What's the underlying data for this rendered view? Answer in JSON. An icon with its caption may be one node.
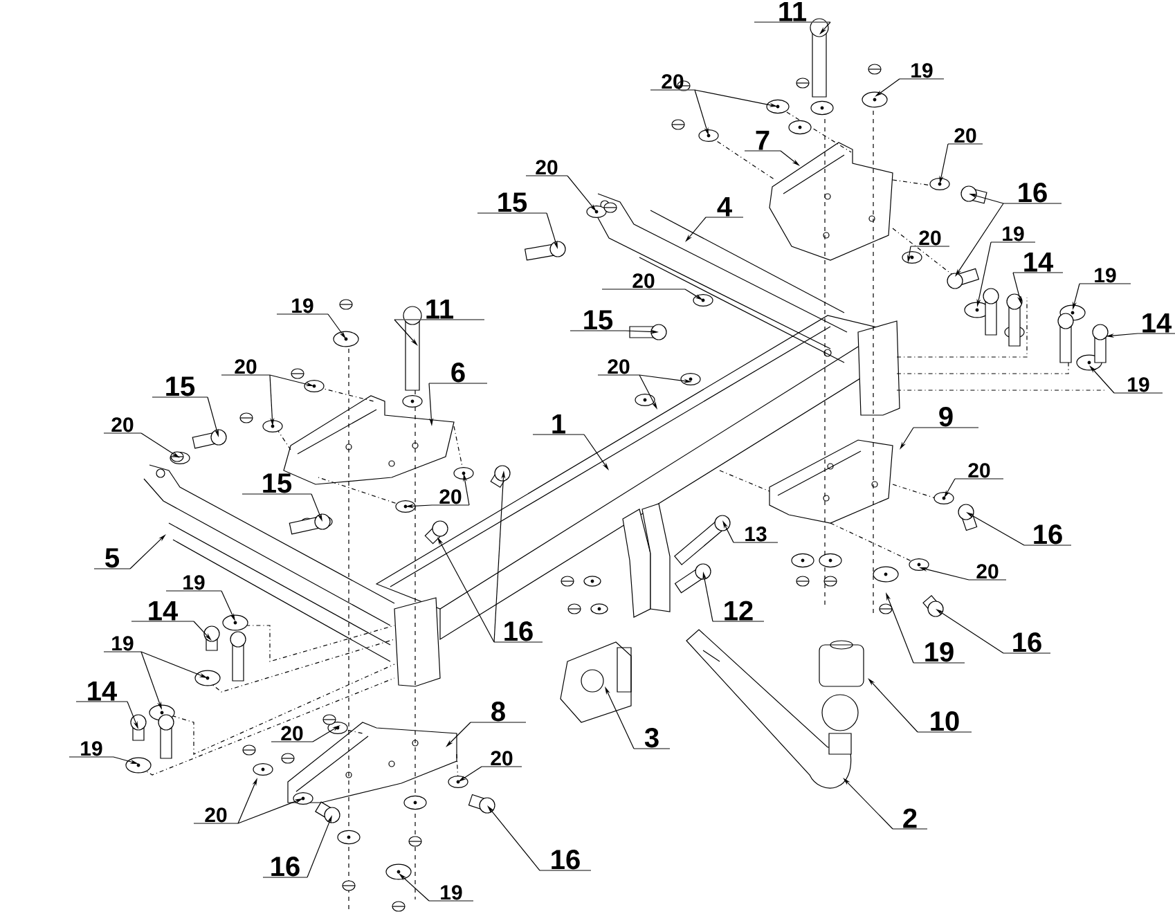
{
  "diagram": {
    "nodes": [
      {
        "text": [
          "11"
        ]
      },
      {
        "text": [
          "19"
        ]
      },
      {
        "text": [
          "20"
        ]
      },
      {
        "text": [
          "20"
        ]
      },
      {
        "text": [
          "7"
        ]
      },
      {
        "text": [
          "20"
        ]
      },
      {
        "text": [
          "16"
        ]
      },
      {
        "text": [
          "15"
        ]
      },
      {
        "text": [
          "4"
        ]
      },
      {
        "text": [
          "19"
        ]
      },
      {
        "text": [
          "20"
        ]
      },
      {
        "text": [
          "14"
        ]
      },
      {
        "text": [
          "19"
        ]
      },
      {
        "text": [
          "20"
        ]
      },
      {
        "text": [
          "19"
        ]
      },
      {
        "text": [
          "11"
        ]
      },
      {
        "text": [
          "15"
        ]
      },
      {
        "text": [
          "14"
        ]
      },
      {
        "text": [
          "20"
        ]
      },
      {
        "text": [
          "20"
        ]
      },
      {
        "text": [
          "6"
        ]
      },
      {
        "text": [
          "19"
        ]
      },
      {
        "text": [
          "15"
        ]
      },
      {
        "text": [
          "9"
        ]
      },
      {
        "text": [
          "20"
        ]
      },
      {
        "text": [
          "1"
        ]
      },
      {
        "text": [
          "20"
        ]
      },
      {
        "text": [
          "15"
        ]
      },
      {
        "text": [
          "20"
        ]
      },
      {
        "text": [
          "13"
        ]
      },
      {
        "text": [
          "16"
        ]
      },
      {
        "text": [
          "20"
        ]
      },
      {
        "text": [
          "5"
        ]
      },
      {
        "text": [
          "19"
        ]
      },
      {
        "text": [
          "12"
        ]
      },
      {
        "text": [
          "14"
        ]
      },
      {
        "text": [
          "16"
        ]
      },
      {
        "text": [
          "19"
        ]
      },
      {
        "text": [
          "16"
        ]
      },
      {
        "text": [
          "19"
        ]
      },
      {
        "text": [
          "14"
        ]
      },
      {
        "text": [
          "8"
        ]
      },
      {
        "text": [
          "10"
        ]
      },
      {
        "text": [
          "3"
        ]
      },
      {
        "text": [
          "20"
        ]
      },
      {
        "text": [
          "19"
        ]
      },
      {
        "text": [
          "20"
        ]
      },
      {
        "text": [
          "20"
        ]
      },
      {
        "text": [
          "2"
        ]
      },
      {
        "text": [
          "16"
        ]
      },
      {
        "text": [
          "16"
        ]
      },
      {
        "text": [
          "19"
        ]
      }
    ],
    "edges": [
      {
        "from": 0,
        "to": null,
        "arrow": "to"
      },
      {
        "from": 1,
        "to": null,
        "arrow": "to"
      },
      {
        "from": 2,
        "to": null,
        "arrow": "to"
      },
      {
        "from": 2,
        "to": null,
        "arrow": "to"
      },
      {
        "from": 3,
        "to": null,
        "arrow": "to"
      },
      {
        "from": 4,
        "to": null,
        "arrow": "to"
      },
      {
        "from": 5,
        "to": null,
        "arrow": "to"
      },
      {
        "from": 6,
        "to": null,
        "arrow": "to"
      },
      {
        "from": 6,
        "to": null,
        "arrow": "to"
      },
      {
        "from": 7,
        "to": null,
        "arrow": "to"
      },
      {
        "from": 8,
        "to": null,
        "arrow": "to"
      },
      {
        "from": 9,
        "to": null,
        "arrow": "to"
      },
      {
        "from": 10,
        "to": null,
        "arrow": "to"
      },
      {
        "from": 11,
        "to": null,
        "arrow": "to"
      },
      {
        "from": 12,
        "to": null,
        "arrow": "to"
      },
      {
        "from": 13,
        "to": null,
        "arrow": "to"
      },
      {
        "from": 14,
        "to": null,
        "arrow": "to"
      },
      {
        "from": 15,
        "to": null,
        "arrow": "to"
      },
      {
        "from": 16,
        "to": null,
        "arrow": "to"
      },
      {
        "from": 17,
        "to": null,
        "arrow": "to"
      },
      {
        "from": 18,
        "to": null,
        "arrow": "to"
      },
      {
        "from": 18,
        "to": null,
        "arrow": "to"
      },
      {
        "from": 19,
        "to": null,
        "arrow": "to"
      },
      {
        "from": 19,
        "to": null,
        "arrow": "to"
      },
      {
        "from": 20,
        "to": null,
        "arrow": "to"
      },
      {
        "from": 21,
        "to": null,
        "arrow": "to"
      },
      {
        "from": 22,
        "to": null,
        "arrow": "to"
      },
      {
        "from": 23,
        "to": null,
        "arrow": "to"
      },
      {
        "from": 24,
        "to": null,
        "arrow": "to"
      },
      {
        "from": 25,
        "to": null,
        "arrow": "to"
      },
      {
        "from": 26,
        "to": null,
        "arrow": "to"
      },
      {
        "from": 27,
        "to": null,
        "arrow": "to"
      },
      {
        "from": 28,
        "to": null,
        "arrow": "to"
      },
      {
        "from": 28,
        "to": null,
        "arrow": "to"
      },
      {
        "from": 29,
        "to": null,
        "arrow": "to"
      },
      {
        "from": 30,
        "to": null,
        "arrow": "to"
      },
      {
        "from": 31,
        "to": null,
        "arrow": "to"
      },
      {
        "from": 32,
        "to": null,
        "arrow": "to"
      },
      {
        "from": 33,
        "to": null,
        "arrow": "to"
      },
      {
        "from": 34,
        "to": null,
        "arrow": "to"
      },
      {
        "from": 35,
        "to": null,
        "arrow": "to"
      },
      {
        "from": 36,
        "to": null,
        "arrow": "to"
      },
      {
        "from": 36,
        "to": null,
        "arrow": "to"
      },
      {
        "from": 37,
        "to": null,
        "arrow": "to"
      },
      {
        "from": 37,
        "to": null,
        "arrow": "to"
      },
      {
        "from": 38,
        "to": null,
        "arrow": "to"
      },
      {
        "from": 39,
        "to": null,
        "arrow": "to"
      },
      {
        "from": 40,
        "to": null,
        "arrow": "to"
      },
      {
        "from": 41,
        "to": null,
        "arrow": "to"
      },
      {
        "from": 42,
        "to": null,
        "arrow": "to"
      },
      {
        "from": 43,
        "to": null,
        "arrow": "to"
      },
      {
        "from": 44,
        "to": null,
        "arrow": "to"
      },
      {
        "from": 45,
        "to": null,
        "arrow": "to"
      },
      {
        "from": 46,
        "to": null,
        "arrow": "to"
      },
      {
        "from": 47,
        "to": null,
        "arrow": "to"
      },
      {
        "from": 47,
        "to": null,
        "arrow": "to"
      },
      {
        "from": 48,
        "to": null,
        "arrow": "to"
      },
      {
        "from": 49,
        "to": null,
        "arrow": "to"
      },
      {
        "from": 50,
        "to": null,
        "arrow": "to"
      },
      {
        "from": 51,
        "to": null,
        "arrow": "to"
      }
    ]
  }
}
